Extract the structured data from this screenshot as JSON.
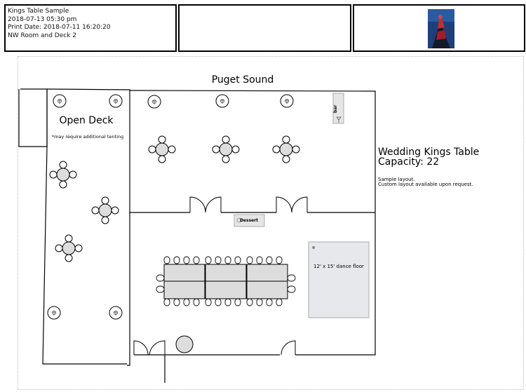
{
  "header": {
    "title": "Kings Table Sample",
    "date_time": "2018-07-13 05:30 pm",
    "print_date": "Print Date: 2018-07-11 16:20:20",
    "room": "NW Room and Deck 2"
  },
  "floorplan": {
    "water_label": "Puget Sound",
    "deck_label": "Open Deck",
    "deck_note": "*may require additional tenting",
    "bar_label": "bar",
    "dessert_label": "Dessert",
    "dance_floor_label": "12' x 15' dance floor"
  },
  "layout_info": {
    "title": "Wedding Kings Table",
    "capacity": "Capacity: 22",
    "note1": "Sample layout.",
    "note2": "Custom layout available upon request."
  },
  "colors": {
    "line": "#000000",
    "table_fill": "#dddddd",
    "dance_floor_fill": "#e6e8ec"
  }
}
